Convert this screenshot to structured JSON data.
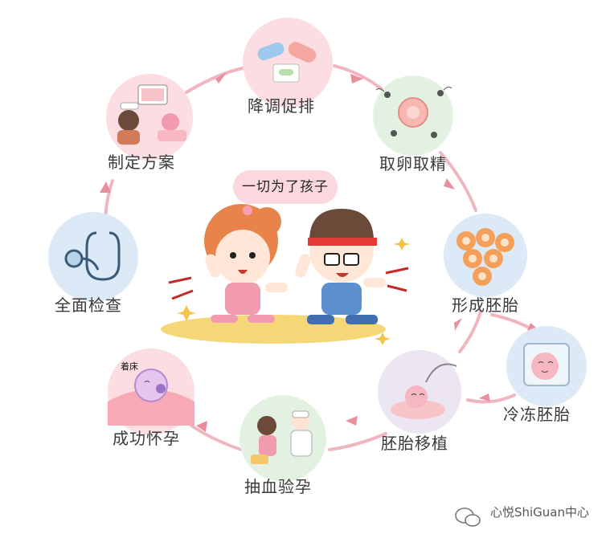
{
  "center_title": "一切为了孩子",
  "steps": [
    {
      "label": "降调促排",
      "icon": "pill-capsules-icon"
    },
    {
      "label": "取卵取精",
      "icon": "egg-sperm-icon"
    },
    {
      "label": "形成胚胎",
      "icon": "embryo-dish-icon"
    },
    {
      "label": "冷冻胚胎",
      "icon": "frozen-embryo-icon"
    },
    {
      "label": "胚胎移植",
      "icon": "embryo-transfer-icon"
    },
    {
      "label": "抽血验孕",
      "icon": "blood-test-icon"
    },
    {
      "label": "成功怀孕",
      "icon": "implanted-embryo-icon"
    },
    {
      "label": "全面检查",
      "icon": "stethoscope-icon"
    },
    {
      "label": "制定方案",
      "icon": "doctor-consult-icon"
    }
  ],
  "implant_tag": "着床",
  "watermark": "心悦ShiGuan中心",
  "colors": {
    "ring": "#f0b6bf",
    "arrow": "#e98e9c",
    "circle_pink": "#fbdde2",
    "circle_blue": "#dbeaf6",
    "circle_green": "#e3f1e2"
  }
}
